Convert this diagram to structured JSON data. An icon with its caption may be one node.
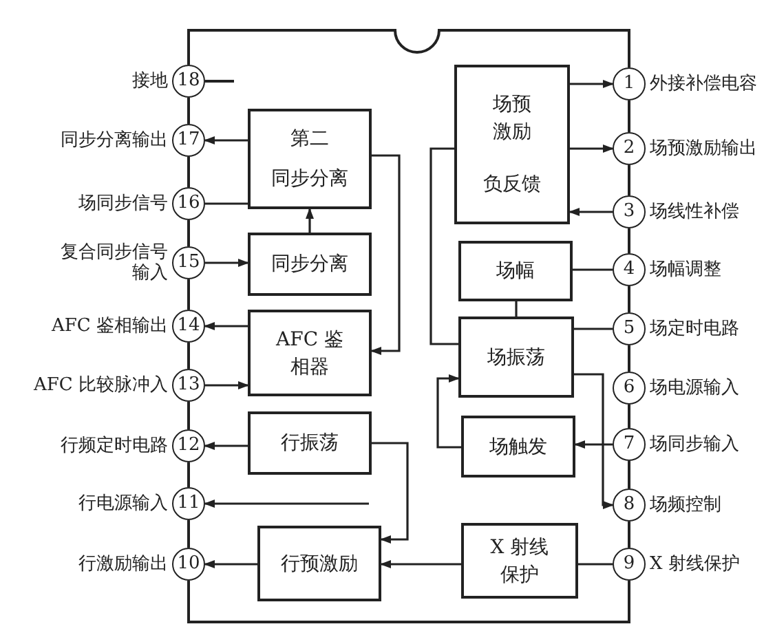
{
  "diagram": {
    "nodes": [
      {
        "text": [
          "1"
        ],
        "beside": [
          "外接补偿电容"
        ]
      },
      {
        "text": [
          "2"
        ],
        "beside": [
          "场预激励输出"
        ]
      },
      {
        "text": [
          "3"
        ],
        "beside": [
          "场线性补偿"
        ]
      },
      {
        "text": [
          "4"
        ],
        "beside": [
          "场幅调整"
        ]
      },
      {
        "text": [
          "5"
        ],
        "beside": [
          "场定时电路"
        ]
      },
      {
        "text": [
          "6"
        ],
        "beside": [
          "场电源输入"
        ]
      },
      {
        "text": [
          "7"
        ],
        "beside": [
          "场同步输入"
        ]
      },
      {
        "text": [
          "8"
        ],
        "beside": [
          "场频控制"
        ]
      },
      {
        "text": [
          "9"
        ],
        "beside": [
          "X 射线保护"
        ]
      },
      {
        "text": [
          "10"
        ],
        "beside": [
          "行激励输出"
        ]
      },
      {
        "text": [
          "11"
        ],
        "beside": [
          "行电源输入"
        ]
      },
      {
        "text": [
          "12"
        ],
        "beside": [
          "行频定时电路"
        ]
      },
      {
        "text": [
          "13"
        ],
        "beside": [
          "AFC 比较脉冲入"
        ]
      },
      {
        "text": [
          "14"
        ],
        "beside": [
          "AFC 鉴相输出"
        ]
      },
      {
        "text": [
          "15"
        ],
        "beside": [
          "复合同步信号输入"
        ]
      },
      {
        "text": [
          "16"
        ],
        "beside": [
          "场同步信号"
        ]
      },
      {
        "text": [
          "17"
        ],
        "beside": [
          "同步分离输出"
        ]
      },
      {
        "text": [
          "18"
        ],
        "beside": [
          "接地"
        ]
      },
      {
        "text": [
          "第二",
          "同步分离"
        ]
      },
      {
        "text": [
          "同步分离"
        ]
      },
      {
        "text": [
          "AFC 鉴相器"
        ]
      },
      {
        "text": [
          "行振荡"
        ]
      },
      {
        "text": [
          "行预激励"
        ]
      },
      {
        "text": [
          "场预激励",
          "负反馈"
        ]
      },
      {
        "text": [
          "场幅"
        ]
      },
      {
        "text": [
          "场振荡"
        ]
      },
      {
        "text": [
          "场触发"
        ]
      },
      {
        "text": [
          "X 射线保护"
        ]
      }
    ],
    "edges": [
      {
        "from": 18,
        "to": 16,
        "arrow": "to"
      },
      {
        "from": 18,
        "to": 15,
        "arrow": "none"
      },
      {
        "from": 14,
        "to": 19,
        "arrow": "to"
      },
      {
        "from": 19,
        "to": 18,
        "arrow": "to"
      },
      {
        "from": 20,
        "to": 13,
        "arrow": "to"
      },
      {
        "from": 12,
        "to": 20,
        "arrow": "to"
      },
      {
        "from": 21,
        "to": 11,
        "arrow": "to"
      },
      {
        "from": null,
        "to": 10,
        "arrow": "to"
      },
      {
        "from": 22,
        "to": 9,
        "arrow": "to"
      },
      {
        "from": 23,
        "to": 0,
        "arrow": "to"
      },
      {
        "from": 23,
        "to": 1,
        "arrow": "to"
      },
      {
        "from": 2,
        "to": 23,
        "arrow": "to"
      },
      {
        "from": 24,
        "to": 3,
        "arrow": "none"
      },
      {
        "from": 24,
        "to": 25,
        "arrow": "none"
      },
      {
        "from": 25,
        "to": 4,
        "arrow": "none"
      },
      {
        "from": 25,
        "to": 7,
        "arrow": "to"
      },
      {
        "from": 6,
        "to": 26,
        "arrow": "to"
      },
      {
        "from": 26,
        "to": 25,
        "arrow": "to"
      },
      {
        "from": 25,
        "to": 23,
        "arrow": "to"
      },
      {
        "from": 18,
        "to": 20,
        "arrow": "to"
      },
      {
        "from": 21,
        "to": 22,
        "arrow": "to"
      },
      {
        "from": 27,
        "to": 22,
        "arrow": "to"
      },
      {
        "from": 8,
        "to": 27,
        "arrow": "none"
      }
    ]
  }
}
